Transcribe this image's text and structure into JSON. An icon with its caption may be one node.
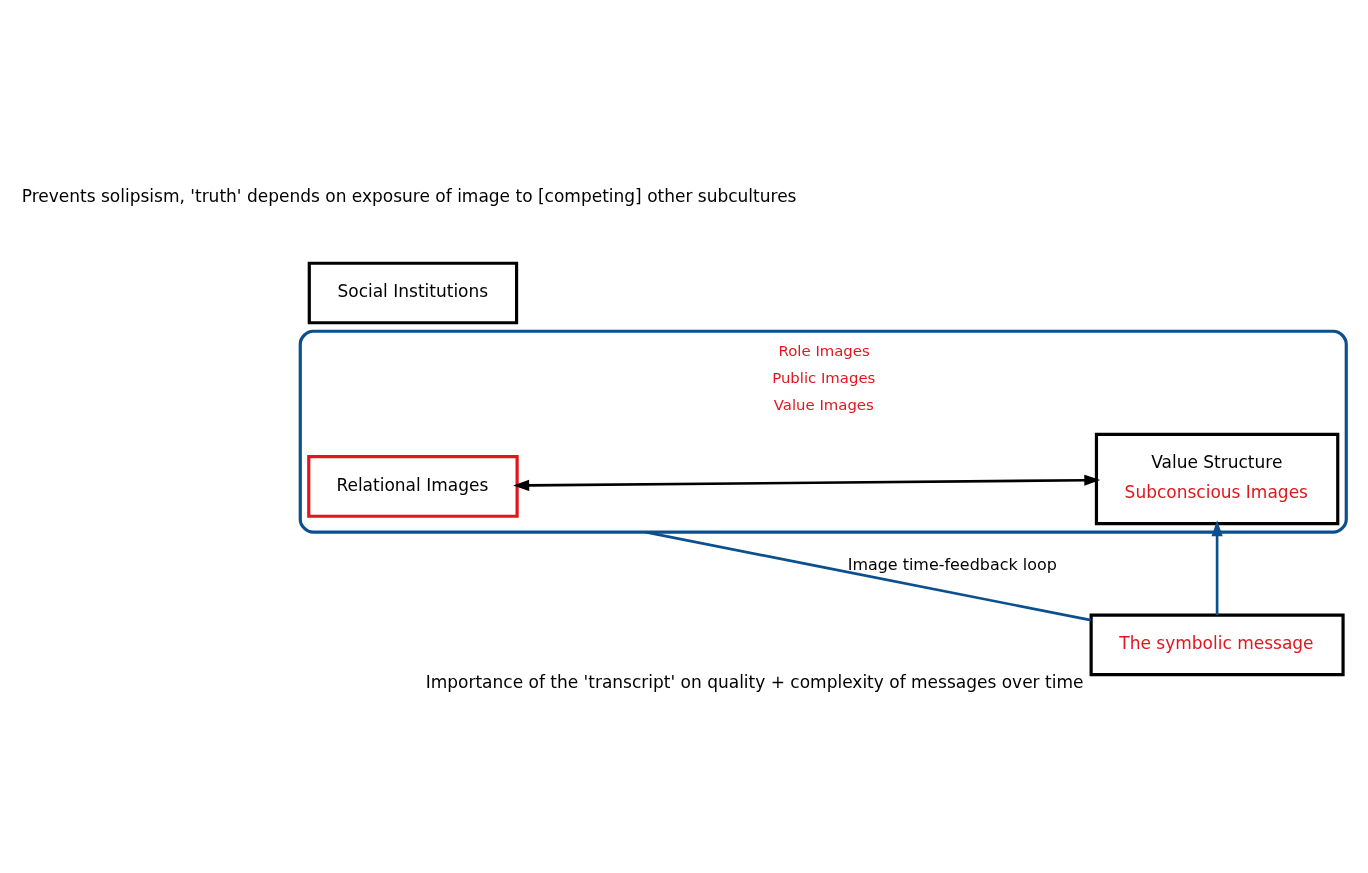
{
  "diagram": {
    "nodes": [
      {
        "text": [
          "Role Images",
          "Public Images",
          "Value Images"
        ]
      },
      {
        "text": [
          "Relational Images"
        ],
        "in": 0
      },
      {
        "text": [
          "Value Structure",
          "Subconscious Images"
        ],
        "in": 0
      },
      {
        "text": [
          "Social Institutions"
        ]
      },
      {
        "text": [
          "The symbolic message"
        ],
        "beside": [
          "Importance of the 'transcript' on quality + complexity of messages over time"
        ]
      }
    ],
    "edges": [
      {
        "from": 1,
        "to": 2,
        "arrow": "both",
        "color": "#000000"
      },
      {
        "from": 0,
        "to": 4,
        "arrow": "none",
        "label": "Image time-feedback loop"
      },
      {
        "from": 4,
        "to": 2,
        "arrow": "to"
      }
    ],
    "labels": [
      "Prevents solipsism, 'truth' depends on exposure of image to [competing] other subcultures"
    ]
  }
}
